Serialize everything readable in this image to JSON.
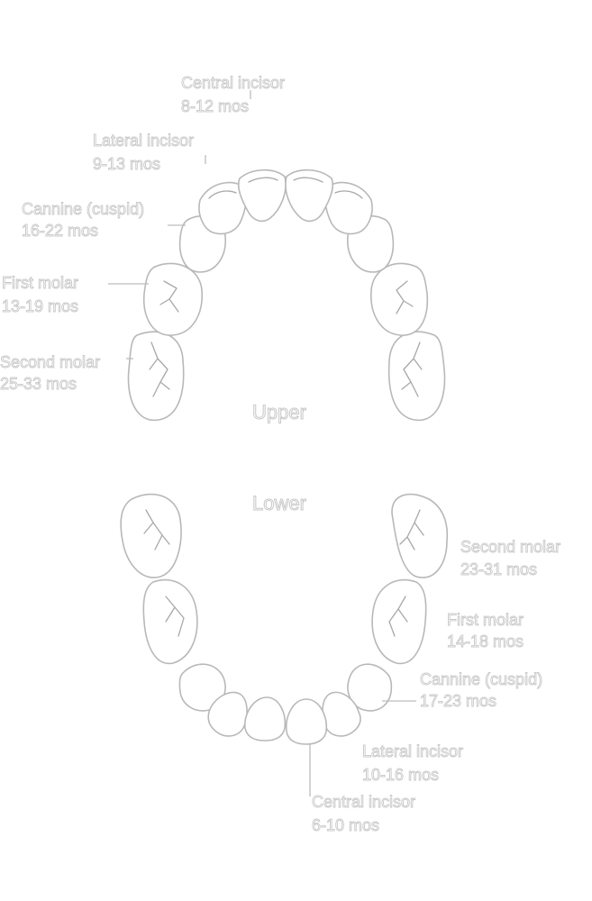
{
  "upper": {
    "jaw_label": "Upper",
    "labels": [
      {
        "name": "Central incisor",
        "age": "8-12 mos"
      },
      {
        "name": "Lateral incisor",
        "age": "9-13 mos"
      },
      {
        "name": "Cannine (cuspid)",
        "age": "16-22 mos"
      },
      {
        "name": "First molar",
        "age": "13-19 mos"
      },
      {
        "name": "Second molar",
        "age": "25-33 mos"
      }
    ]
  },
  "lower": {
    "jaw_label": "Lower",
    "labels": [
      {
        "name": "Second molar",
        "age": "23-31 mos"
      },
      {
        "name": "First molar",
        "age": "14-18 mos"
      },
      {
        "name": "Cannine (cuspid)",
        "age": "17-23 mos"
      },
      {
        "name": "Lateral incisor",
        "age": "10-16 mos"
      },
      {
        "name": "Central incisor",
        "age": "6-10 mos"
      }
    ]
  }
}
